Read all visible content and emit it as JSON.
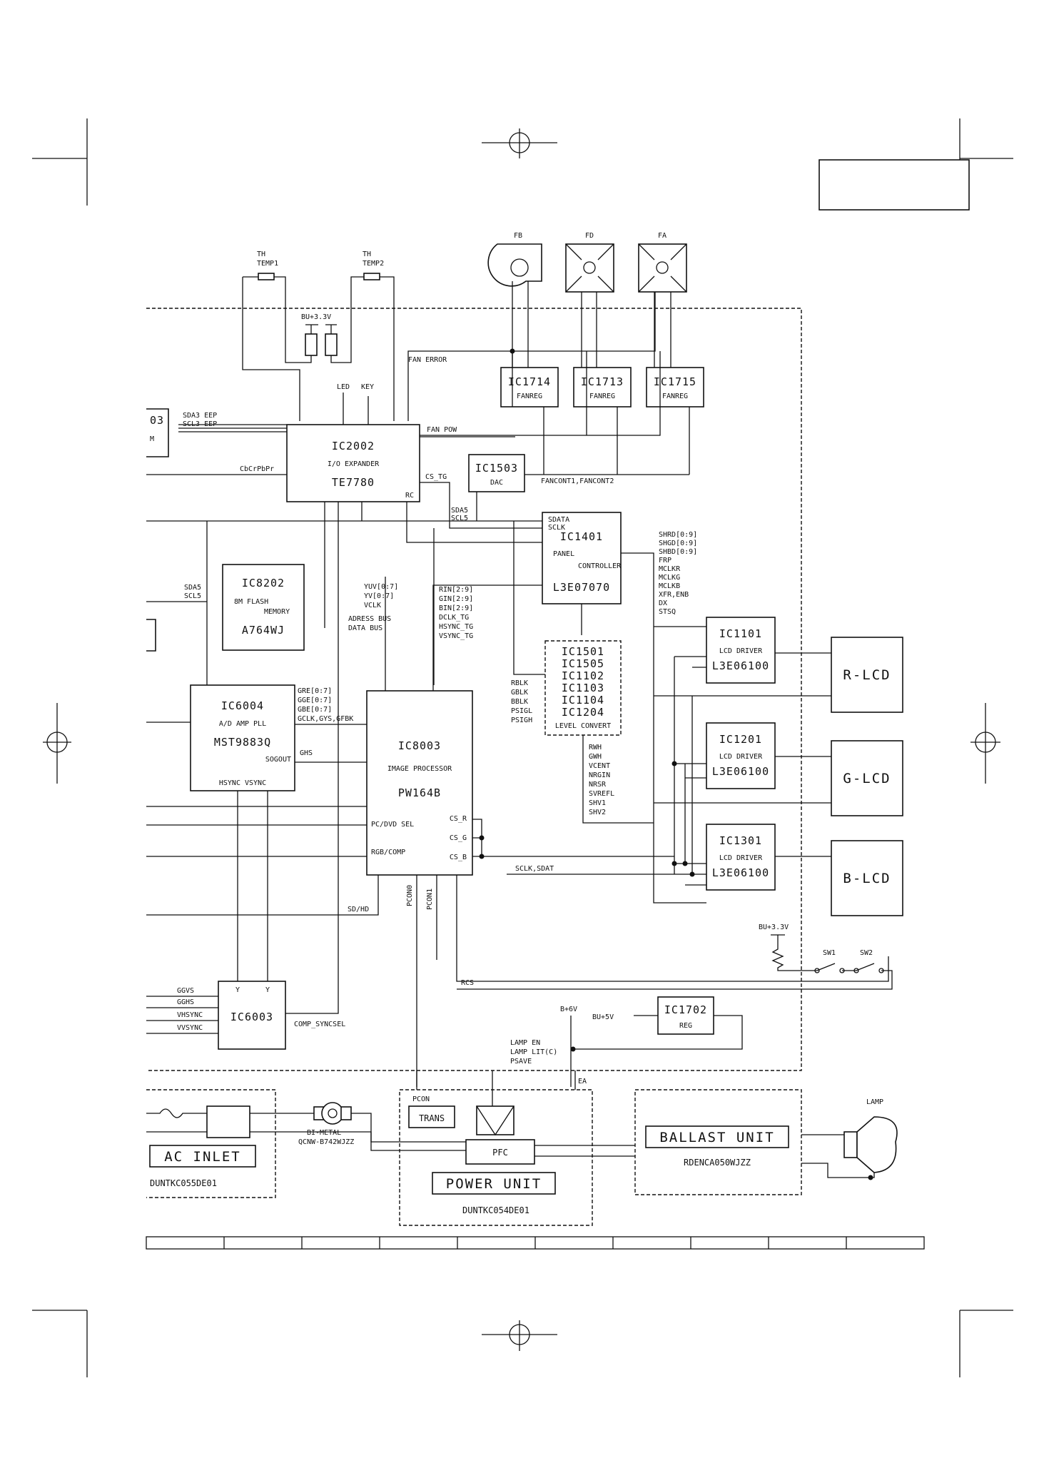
{
  "fans": {
    "fb": "FB",
    "fd": "FD",
    "fa": "FA"
  },
  "thermistors": {
    "th1_a": "TH",
    "th1_b": "TEMP1",
    "th2_a": "TH",
    "th2_b": "TEMP2",
    "bu33": "BU+3.3V"
  },
  "fan_regs": [
    {
      "name": "IC1714",
      "sub": "FANREG"
    },
    {
      "name": "IC1713",
      "sub": "FANREG"
    },
    {
      "name": "IC1715",
      "sub": "FANREG"
    }
  ],
  "signals": {
    "fan_error": "FAN ERROR",
    "led": "LED",
    "key": "KEY",
    "fan_pow": "FAN POW",
    "sda3": "SDA3 EEP",
    "scl3": "SCL3 EEP",
    "cbcr": "CbCrPbPr",
    "cs_tg": "CS_TG",
    "fancont": "FANCONT1,FANCONT2",
    "sda5a": "SDA5",
    "scl5a": "SCL5",
    "sdata": "SDATA",
    "sclk": "SCLK",
    "sda5b": "SDA5",
    "scl5b": "SCL5",
    "yuv": [
      "YUV[0:7]",
      "YV[0:7]",
      "VCLK"
    ],
    "adress": [
      "ADRESS BUS",
      "DATA BUS"
    ],
    "rgbin": [
      "RIN[2:9]",
      "GIN[2:9]",
      "BIN[2:9]",
      "DCLK_TG",
      "HSYNC_TG",
      "VSYNC_TG"
    ],
    "shrd": [
      "SHRD[0:9]",
      "SHGD[0:9]",
      "SHBD[0:9]",
      "FRP",
      "MCLKR",
      "MCLKG",
      "MCLKB",
      "XFR,ENB",
      "DX",
      "STSQ"
    ],
    "rblk": [
      "RBLK",
      "GBLK",
      "BBLK",
      "PSIGL",
      "PSIGH"
    ],
    "rwh": [
      "RWH",
      "GWH",
      "VCENT",
      "NRGIN",
      "NRSR",
      "SVREFL",
      "SHV1",
      "SHV2"
    ],
    "gre": [
      "GRE[0:7]",
      "GGE[0:7]",
      "GBE[0:7]",
      "GCLK,GYS,GFBK"
    ],
    "ghs": "GHS",
    "sd_hd": "SD/HD",
    "pcon0": "PCON0",
    "pcon1": "PCON1",
    "sclk_sdat": "SCLK,SDAT",
    "rcs": "RCS",
    "ggvs": "GGVS",
    "gghs": "GGHS",
    "vhsync": "VHSYNC",
    "vvsync": "VVSYNC",
    "comp_syncsel": "COMP_SYNCSEL",
    "b6v": "B+6V",
    "bu5v": "BU+5V",
    "lamp_en": "LAMP EN",
    "lamp_lit": "LAMP LIT(C)",
    "psave": "PSAVE",
    "ea": "EA",
    "bu33b": "BU+3.3V",
    "sw1": "SW1",
    "sw2": "SW2",
    "pcon": "PCON",
    "bimetal": "BI-METAL",
    "bimetal_part": "QCNW-B742WJZZ",
    "lamp": "LAMP"
  },
  "ics": {
    "ic2002": {
      "name": "IC2002",
      "sub": "I/O EXPANDER",
      "part": "TE7780",
      "pin": "RC"
    },
    "ic1503": {
      "name": "IC1503",
      "sub": "DAC"
    },
    "ic1401": {
      "name": "IC1401",
      "sub1": "PANEL",
      "sub2": "CONTROLLER",
      "part": "L3E07070"
    },
    "ic8202": {
      "name": "IC8202",
      "sub1": "8M FLASH",
      "sub2": "MEMORY",
      "part": "A764WJ"
    },
    "level": {
      "names": [
        "IC1501",
        "IC1505",
        "IC1102",
        "IC1103",
        "IC1104",
        "IC1204"
      ],
      "sub": "LEVEL CONVERT"
    },
    "ic6004": {
      "name": "IC6004",
      "sub": "A/D AMP PLL",
      "part": "MST9883Q",
      "sogout": "SOGOUT",
      "hsync": "HSYNC VSYNC"
    },
    "ic8003": {
      "name": "IC8003",
      "sub": "IMAGE PROCESSOR",
      "part": "PW164B",
      "pcdvd": "PC/DVD SEL",
      "rgbcomp": "RGB/COMP",
      "csr": "CS_R",
      "csg": "CS_G",
      "csb": "CS_B"
    },
    "ic1101": {
      "name": "IC1101",
      "sub": "LCD DRIVER",
      "part": "L3E06100"
    },
    "ic1201": {
      "name": "IC1201",
      "sub": "LCD DRIVER",
      "part": "L3E06100"
    },
    "ic1301": {
      "name": "IC1301",
      "sub": "LCD DRIVER",
      "part": "L3E06100"
    },
    "ic6003": {
      "name": "IC6003",
      "y1": "Y",
      "y2": "Y"
    },
    "ic1702": {
      "name": "IC1702",
      "sub": "REG"
    },
    "partial03": {
      "name": "03",
      "sub": "M"
    }
  },
  "lcds": {
    "r": "R-LCD",
    "g": "G-LCD",
    "b": "B-LCD"
  },
  "units": {
    "ac_inlet": "AC INLET",
    "ac_part": "DUNTKC055DE01",
    "trans": "TRANS",
    "pfc": "PFC",
    "power_unit": "POWER UNIT",
    "power_part": "DUNTKC054DE01",
    "ballast": "BALLAST UNIT",
    "ballast_part": "RDENCA050WJZZ"
  }
}
